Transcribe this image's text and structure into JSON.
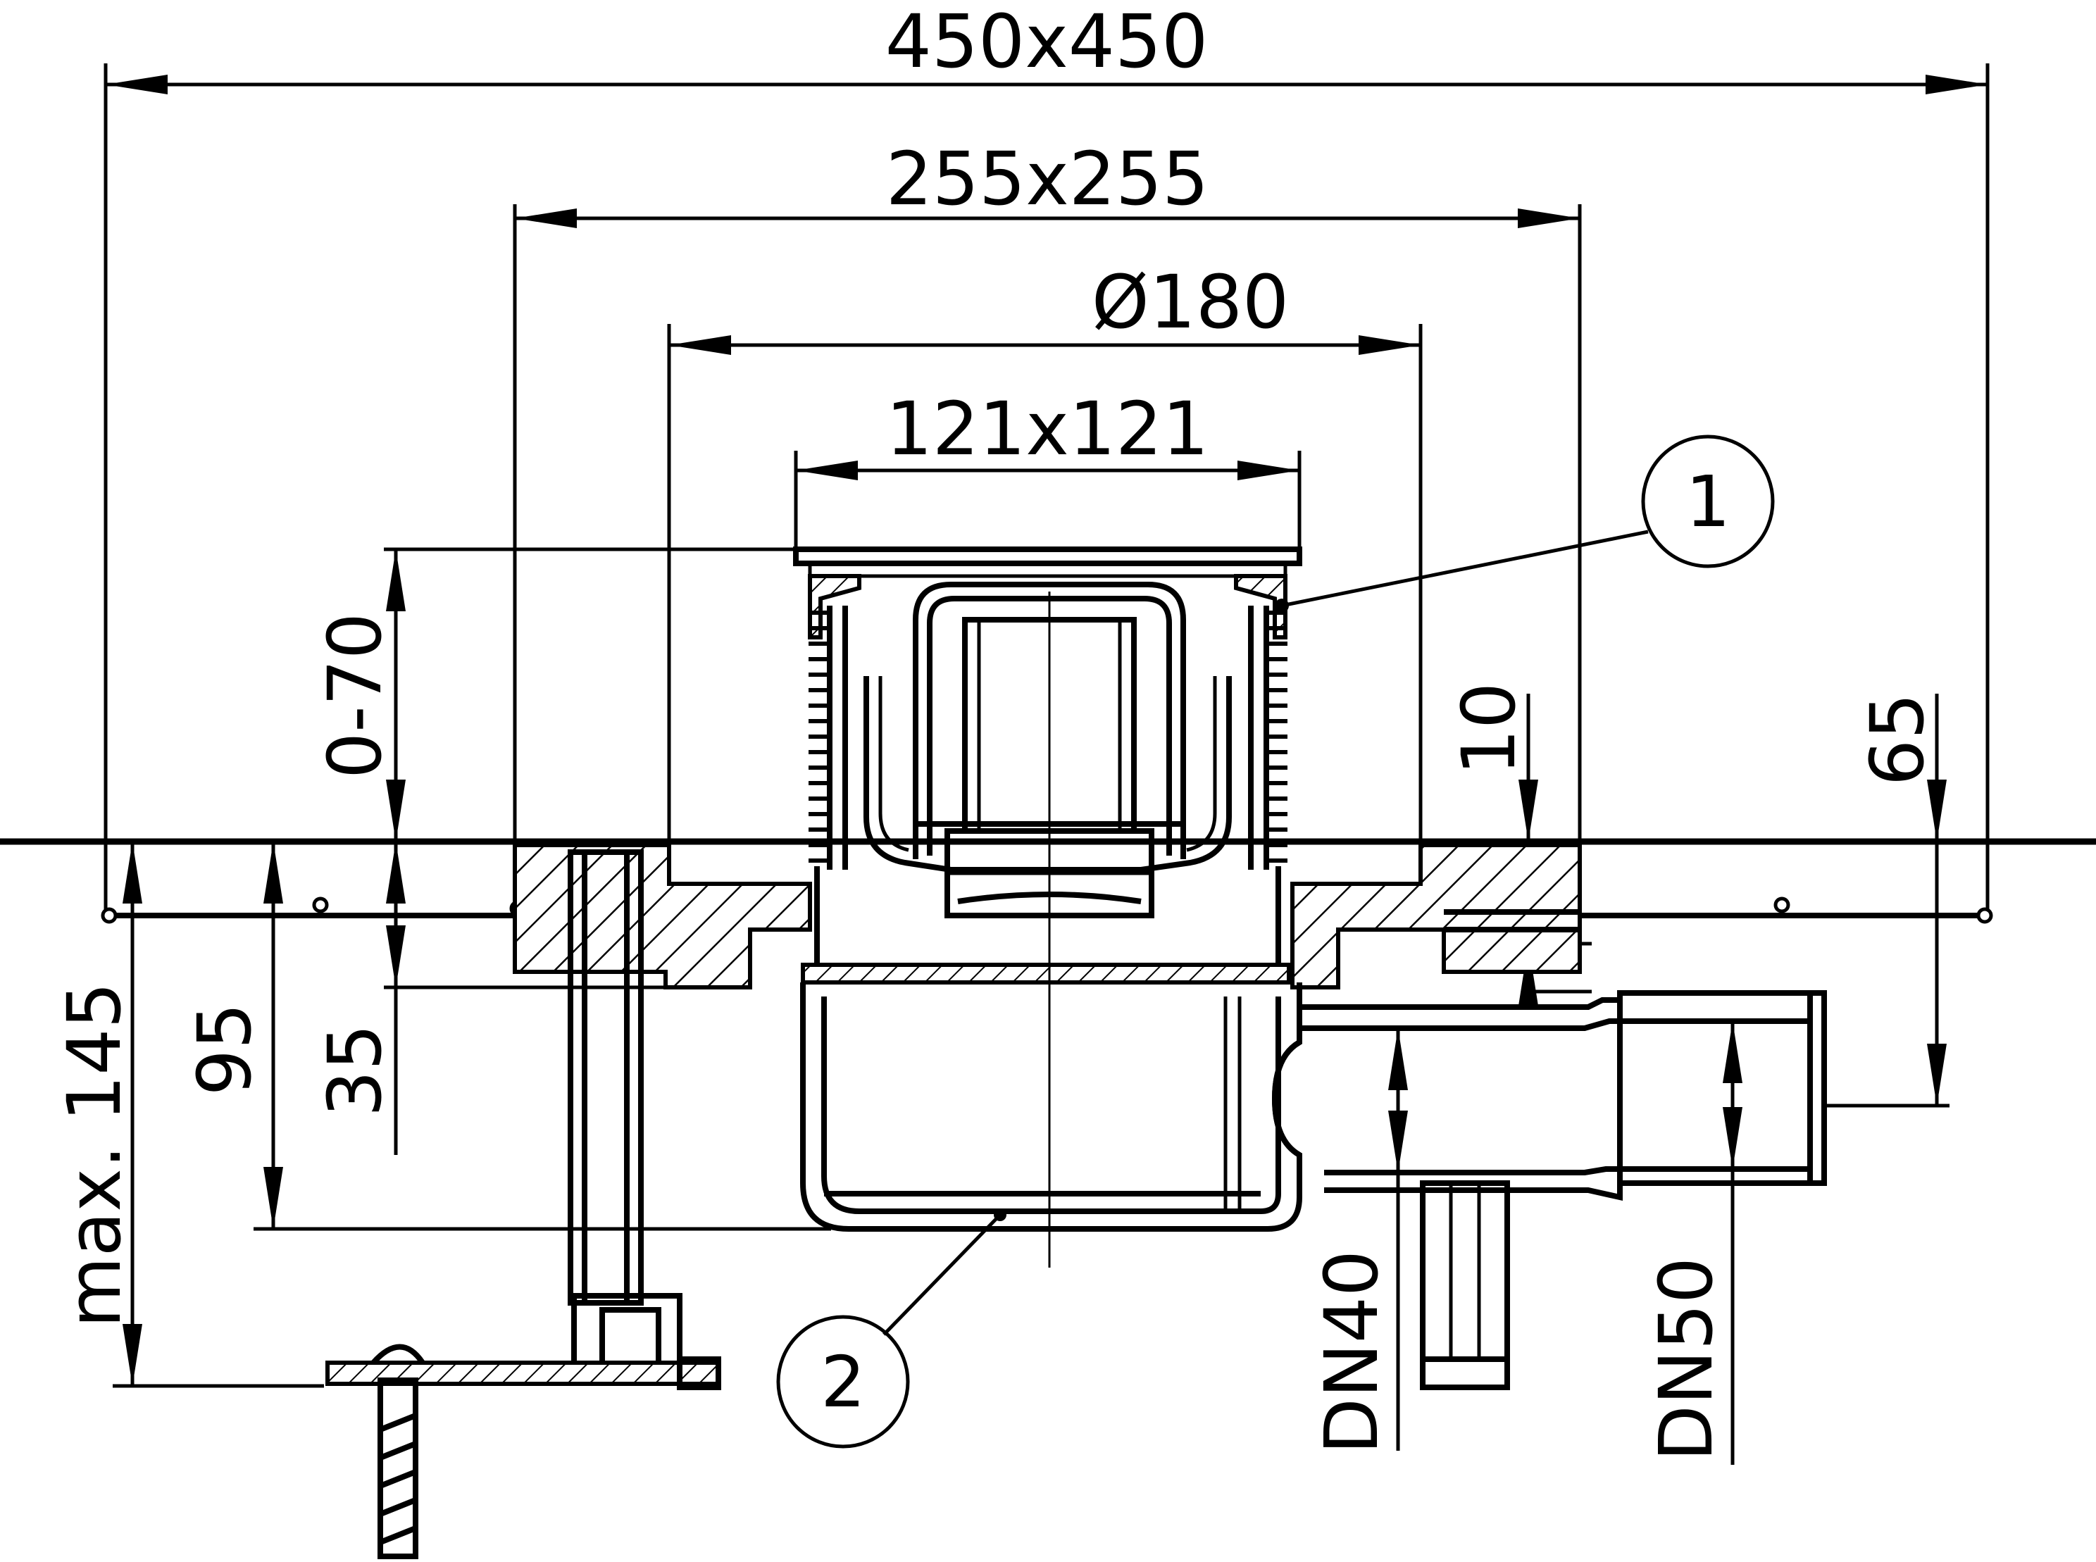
{
  "dimensions": {
    "overall": "450x450",
    "frame": "255x255",
    "diameter": "Ø180",
    "grate": "121x121",
    "height_adjust": "0-70",
    "height_95": "95",
    "height_35": "35",
    "height_max": "max. 145",
    "thickness_10": "10",
    "outlet_height": "65",
    "outlet_dn40": "DN40",
    "outlet_dn50": "DN50"
  },
  "callouts": {
    "item1": "1",
    "item2": "2"
  }
}
